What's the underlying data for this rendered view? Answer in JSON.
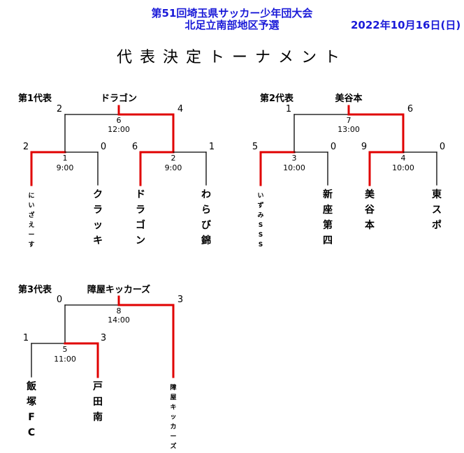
{
  "header": {
    "title_line1": "第51回埼玉県サッカー少年団大会",
    "title_line2": "北足立南部地区予選",
    "date": "2022年10月16日(日)"
  },
  "page_title": "代表決定トーナメント",
  "colors": {
    "header": "#1a1ad8",
    "winner_line": "#e00000",
    "line": "#000000"
  },
  "brackets": [
    {
      "label": "第1代表",
      "winner": "ドラゴン",
      "final": {
        "game": "6",
        "time": "12:00",
        "left_score": "2",
        "right_score": "4"
      },
      "semis": [
        {
          "game": "1",
          "time": "9:00",
          "left_score": "2",
          "right_score": "0"
        },
        {
          "game": "2",
          "time": "9:00",
          "left_score": "6",
          "right_score": "1"
        }
      ],
      "teams": [
        "にいざえーす",
        "クラッキ",
        "ドラゴン",
        "わらび錦"
      ]
    },
    {
      "label": "第2代表",
      "winner": "美谷本",
      "final": {
        "game": "7",
        "time": "13:00",
        "left_score": "1",
        "right_score": "6"
      },
      "semis": [
        {
          "game": "3",
          "time": "10:00",
          "left_score": "5",
          "right_score": "0"
        },
        {
          "game": "4",
          "time": "10:00",
          "left_score": "9",
          "right_score": "0"
        }
      ],
      "teams": [
        "いずみSSS",
        "新座第四",
        "美谷本",
        "東スポ"
      ]
    },
    {
      "label": "第3代表",
      "winner": "障屋キッカーズ",
      "final": {
        "game": "8",
        "time": "14:00",
        "left_score": "0",
        "right_score": "3"
      },
      "semis": [
        {
          "game": "5",
          "time": "11:00",
          "left_score": "1",
          "right_score": "3"
        }
      ],
      "teams": [
        "飯塚FC",
        "戸田南",
        "障屋キッカーズ"
      ]
    }
  ]
}
